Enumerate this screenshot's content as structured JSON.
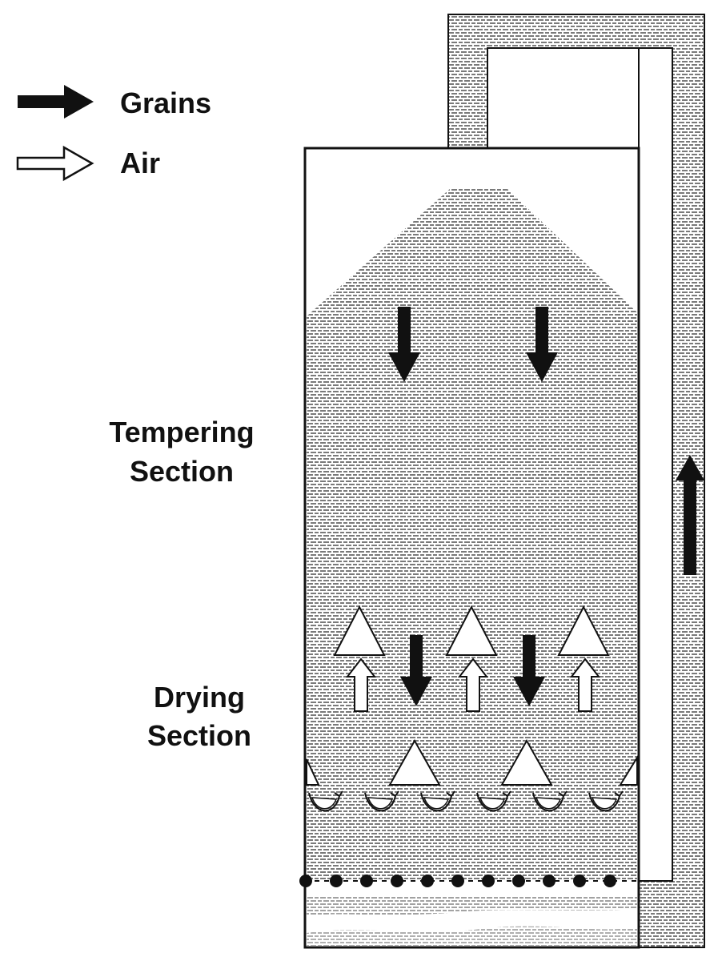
{
  "legend": {
    "grains_label": "Grains",
    "air_label": "Air"
  },
  "sections": {
    "tempering_line1": "Tempering",
    "tempering_line2": "Section",
    "drying_line1": "Drying",
    "drying_line2": "Section"
  },
  "colors": {
    "grain_fill": "#9a9a9a",
    "outline": "#111111",
    "background": "#ffffff"
  },
  "icons": {
    "grains_arrow": "solid-black-arrow",
    "air_arrow": "hollow-white-arrow"
  }
}
